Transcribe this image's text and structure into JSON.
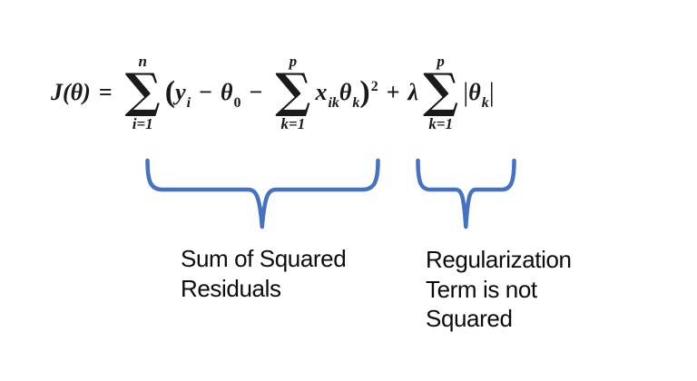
{
  "colors": {
    "brace": "#4472C4",
    "formula_text": "#1a1a1a",
    "label_text": "#0c0c0c",
    "background": "#ffffff"
  },
  "formula": {
    "lhs": "J(θ)",
    "equals": "=",
    "sum1": {
      "top": "n",
      "symbol": "∑",
      "bottom": "i=1"
    },
    "open_paren": "(",
    "term_y": {
      "base": "y",
      "sub": "i"
    },
    "minus1": "−",
    "term_theta0": {
      "base": "θ",
      "sub": "0"
    },
    "minus2": "−",
    "sum2": {
      "top": "p",
      "symbol": "∑",
      "bottom": "k=1"
    },
    "term_x": {
      "base": "x",
      "sub": "ik"
    },
    "term_thetak": {
      "base": "θ",
      "sub": "k"
    },
    "close_paren": ")",
    "exponent": "2",
    "plus": "+",
    "lambda": "λ",
    "sum3": {
      "top": "p",
      "symbol": "∑",
      "bottom": "k=1"
    },
    "abs_open": "|",
    "term_thetak_abs": {
      "base": "θ",
      "sub": "k"
    },
    "abs_close": "|"
  },
  "annotations": {
    "ssr": {
      "line1": "Sum of Squared",
      "line2": "Residuals"
    },
    "reg": {
      "line1": "Regularization",
      "line2": "Term is not",
      "line3": "Squared"
    }
  }
}
